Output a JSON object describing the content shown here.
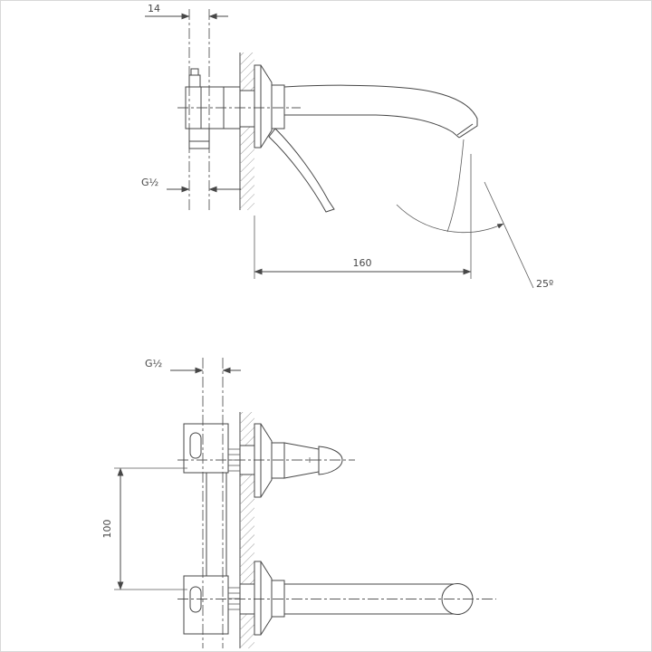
{
  "drawing": {
    "type": "technical-dimension-drawing",
    "views": {
      "top_view": "wall-mounted basin mixer side elevation",
      "bottom_view": "wall-mounted basin mixer plan view"
    },
    "labels": {
      "top_offset": "14",
      "top_thread": "G½",
      "top_reach": "160",
      "top_angle": "25º",
      "bottom_thread": "G½",
      "bottom_height": "100"
    },
    "colors": {
      "line": "#474747",
      "hatch": "#8f8f8f",
      "background": "#ffffff",
      "frame": "#d8d8d8"
    }
  }
}
